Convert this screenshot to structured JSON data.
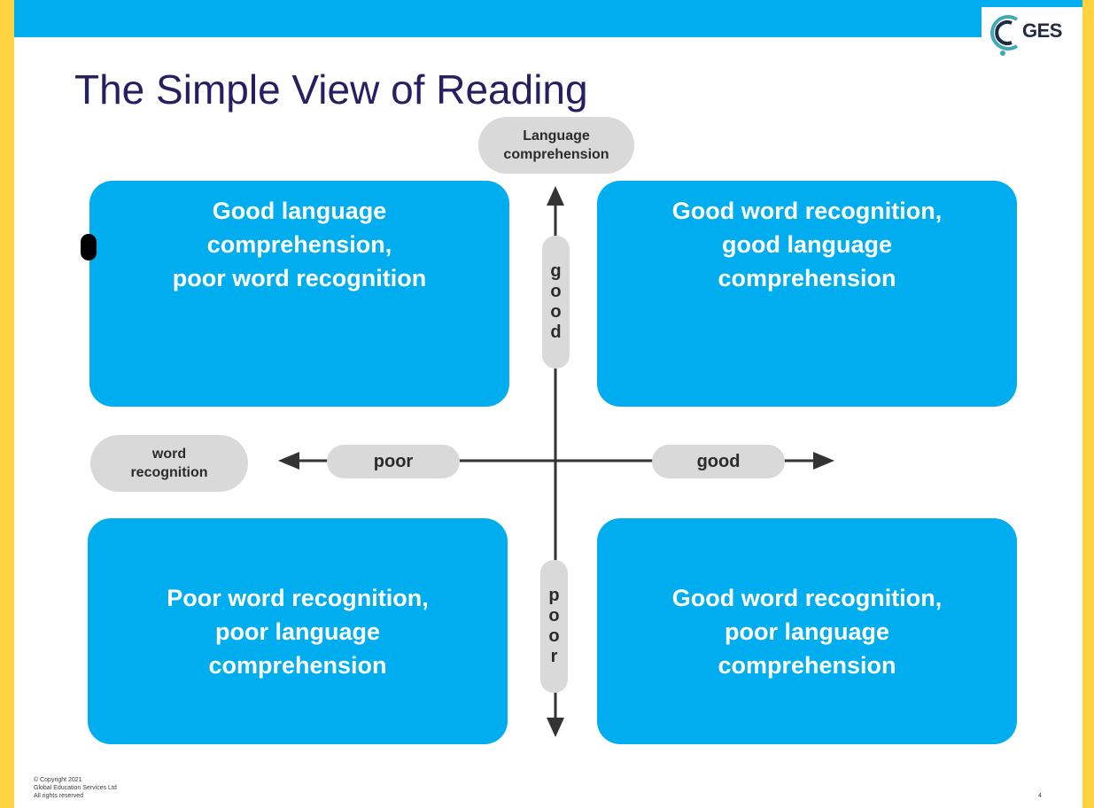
{
  "title": "The Simple View of Reading",
  "logo": {
    "text": "GES",
    "colors": {
      "teal": "#3FA9B5",
      "navy": "#1F2A44"
    }
  },
  "colors": {
    "frame": "#FFD23F",
    "accent": "#00AEEF",
    "pill": "#D9D9D9",
    "title": "#262060"
  },
  "axis_labels": {
    "vertical_title": "Language\ncomprehension",
    "horizontal_title": "word\nrecognition",
    "vertical_good": "g\no\no\nd",
    "vertical_poor": "p\no\no\nr",
    "horizontal_poor": "poor",
    "horizontal_good": "good"
  },
  "quadrants": {
    "top_left": "Good language\ncomprehension,\npoor word recognition",
    "top_right": "Good word recognition,\ngood language\ncomprehension",
    "bottom_left": "Poor word recognition,\npoor language\ncomprehension",
    "bottom_right": "Good word recognition,\npoor language\ncomprehension"
  },
  "footer": {
    "copyright": "© Copyright 2021\nGlobal Education Services Ltd\nAll rights reserved",
    "page_number": "4"
  }
}
